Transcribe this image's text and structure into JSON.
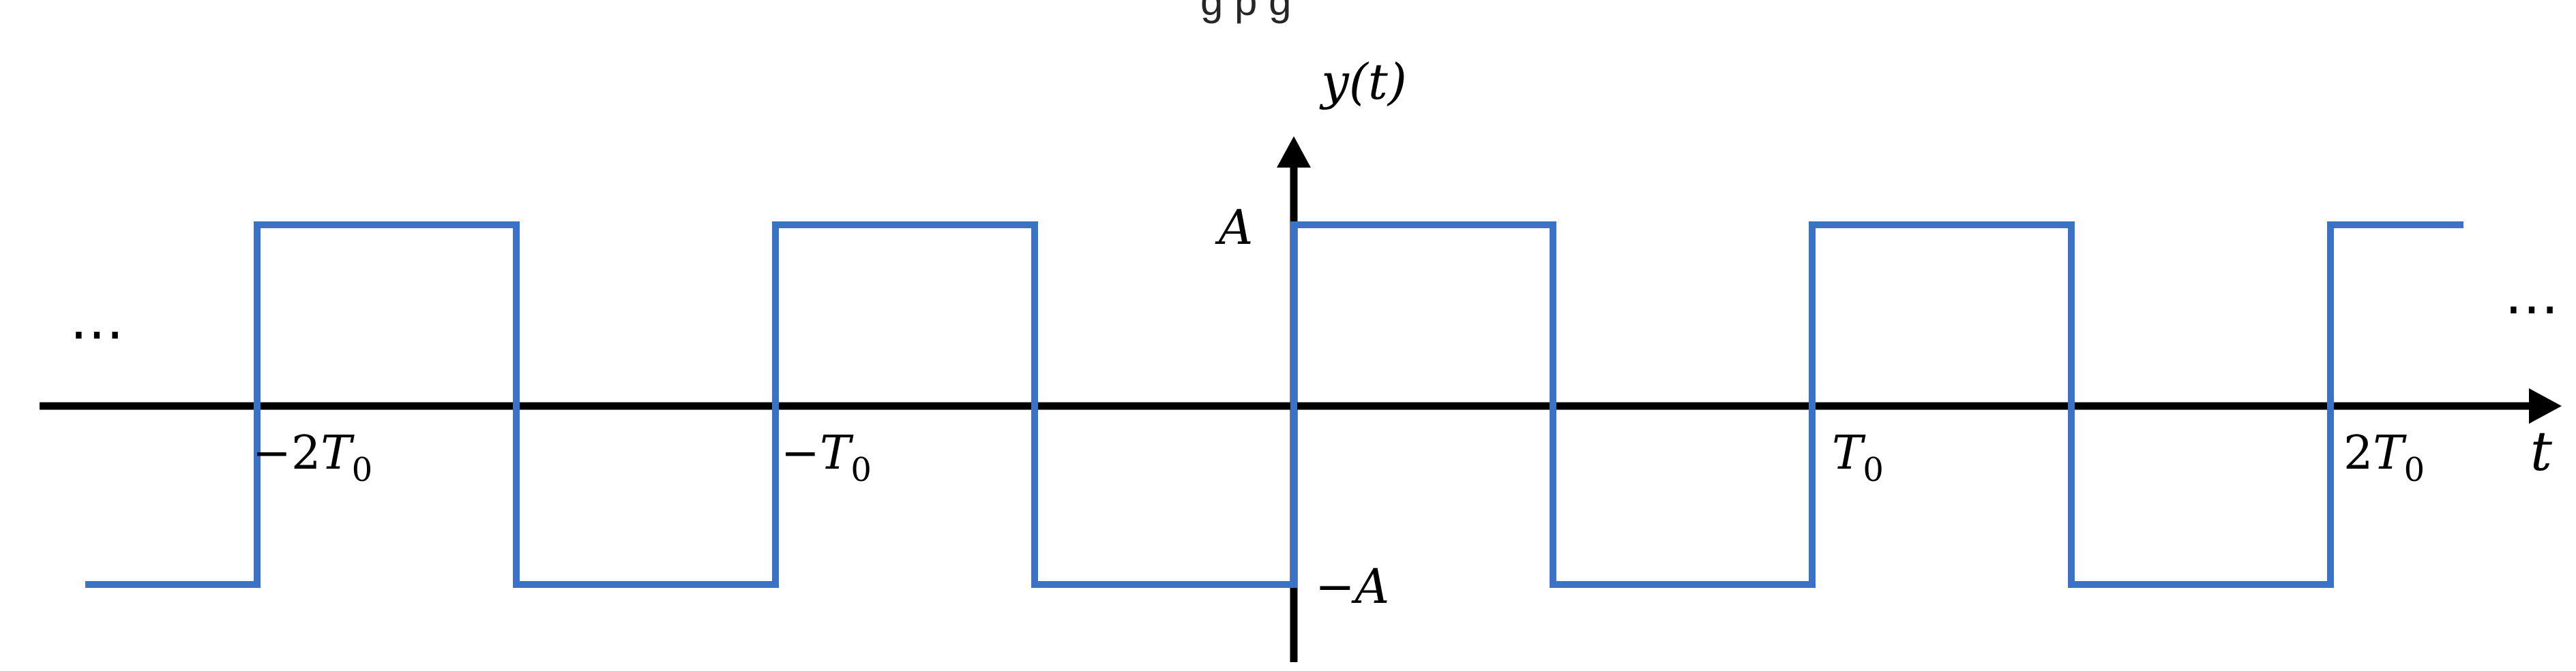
{
  "header_fragment": "g p        g",
  "colors": {
    "signal": "#3a72c8",
    "axes": "#000000",
    "text": "#000000",
    "background": "#ffffff"
  },
  "labels": {
    "y_axis": "y(t)",
    "x_axis": "t",
    "amplitude_pos": "A",
    "amplitude_neg": "−A",
    "continuation_left": "…",
    "continuation_right": "…",
    "ticks": [
      {
        "sign": "−",
        "coef": "2",
        "var": "T",
        "sub": "0"
      },
      {
        "sign": "−",
        "coef": "",
        "var": "T",
        "sub": "0"
      },
      {
        "sign": "",
        "coef": "",
        "var": "T",
        "sub": "0"
      },
      {
        "sign": "",
        "coef": "2",
        "var": "T",
        "sub": "0"
      }
    ]
  },
  "signal": {
    "type": "square-wave",
    "period": "T0",
    "amplitude": "A",
    "segments": [
      {
        "t_start": -2.5,
        "t_end": -2.0,
        "level": -1
      },
      {
        "t_start": -2.0,
        "t_end": -1.5,
        "level": 1
      },
      {
        "t_start": -1.5,
        "t_end": -1.0,
        "level": -1
      },
      {
        "t_start": -1.0,
        "t_end": -0.5,
        "level": 1
      },
      {
        "t_start": -0.5,
        "t_end": 0.0,
        "level": -1
      },
      {
        "t_start": 0.0,
        "t_end": 0.5,
        "level": 1
      },
      {
        "t_start": 0.5,
        "t_end": 1.0,
        "level": -1
      },
      {
        "t_start": 1.0,
        "t_end": 1.5,
        "level": 1
      },
      {
        "t_start": 1.5,
        "t_end": 2.0,
        "level": -1
      },
      {
        "t_start": 2.0,
        "t_end": 2.25,
        "level": 1
      }
    ]
  }
}
